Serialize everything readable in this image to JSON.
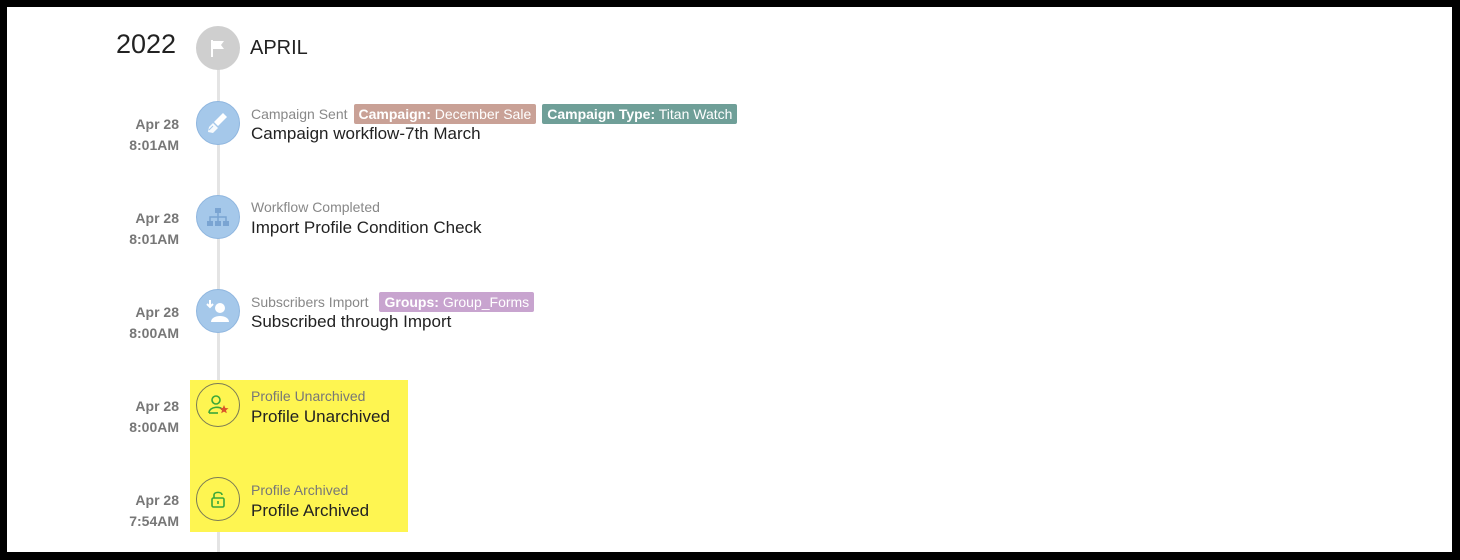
{
  "header": {
    "year": "2022",
    "month": "APRIL"
  },
  "colors": {
    "tag_campaign": "#c9a196",
    "tag_campaign_type": "#6f9f98",
    "tag_groups": "#c8a4cf",
    "highlight": "#fef551",
    "node_blue": "#a5c8ea"
  },
  "events": [
    {
      "date": "Apr 28",
      "time": "8:01AM",
      "type": "Campaign Sent",
      "title": "Campaign workflow-7th March",
      "icon": "broom-icon",
      "tags": [
        {
          "key": "Campaign:",
          "value": "December Sale"
        },
        {
          "key": "Campaign Type:",
          "value": "Titan Watch"
        }
      ]
    },
    {
      "date": "Apr 28",
      "time": "8:01AM",
      "type": "Workflow Completed",
      "title": "Import Profile Condition Check",
      "icon": "sitemap-icon",
      "tags": []
    },
    {
      "date": "Apr 28",
      "time": "8:00AM",
      "type": "Subscribers Import",
      "title": "Subscribed through Import",
      "icon": "user-import-icon",
      "tags": [
        {
          "key": "Groups:",
          "value": "Group_Forms"
        }
      ]
    },
    {
      "date": "Apr 28",
      "time": "8:00AM",
      "type": "Profile Unarchived",
      "title": "Profile Unarchived",
      "icon": "user-star-icon",
      "tags": []
    },
    {
      "date": "Apr 28",
      "time": "7:54AM",
      "type": "Profile Archived",
      "title": "Profile Archived",
      "icon": "lock-icon",
      "tags": []
    }
  ]
}
